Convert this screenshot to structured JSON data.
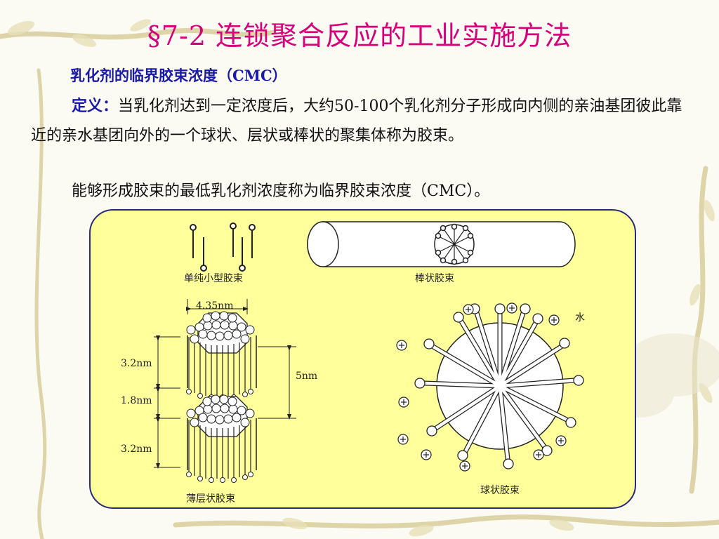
{
  "slide": {
    "title": "§7-2   连锁聚合反应的工业实施方法",
    "heading": "乳化剂的临界胶束浓度（CMC）",
    "definition_label": "定义：",
    "definition_text": "当乳化剂达到一定浓度后，大约50-100个乳化剂分子形成向内侧的亲油基团彼此靠近的亲水基团向外的一个球状、层状或棒状的聚集体称为胶束。",
    "cmc_text": "能够形成胶束的最低乳化剂浓度称为临界胶束浓度（CMC）。"
  },
  "diagram": {
    "simple_label": "单纯小型胶束",
    "rod_label": "棒状胶束",
    "layer_label": "薄层状胶束",
    "sphere_label": "球状胶束",
    "water_label": "水",
    "dim_width": "4.35nm",
    "dim_top": "3.2nm",
    "dim_mid": "1.8nm",
    "dim_bottom": "3.2nm",
    "dim_total": "5nm"
  },
  "colors": {
    "title": "#d6007a",
    "heading": "#1a1aa8",
    "panel_fill": "#ffff9c",
    "panel_border": "#2a2a7a"
  }
}
